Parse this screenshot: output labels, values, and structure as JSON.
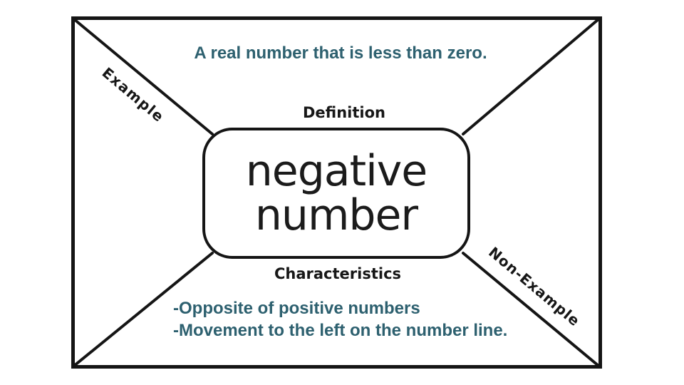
{
  "frayer": {
    "word": "negative number",
    "definition": {
      "label": "Definition",
      "answer": "A real number that is less than zero."
    },
    "characteristics": {
      "label": "Characteristics",
      "answers": [
        "-Opposite of positive numbers",
        "-Movement to the left on the number line."
      ]
    },
    "example": {
      "label": "Example"
    },
    "non_example": {
      "label": "Non-Example"
    }
  },
  "colors": {
    "answer_text": "#2d606f",
    "ink": "#151515",
    "background": "#ffffff"
  }
}
